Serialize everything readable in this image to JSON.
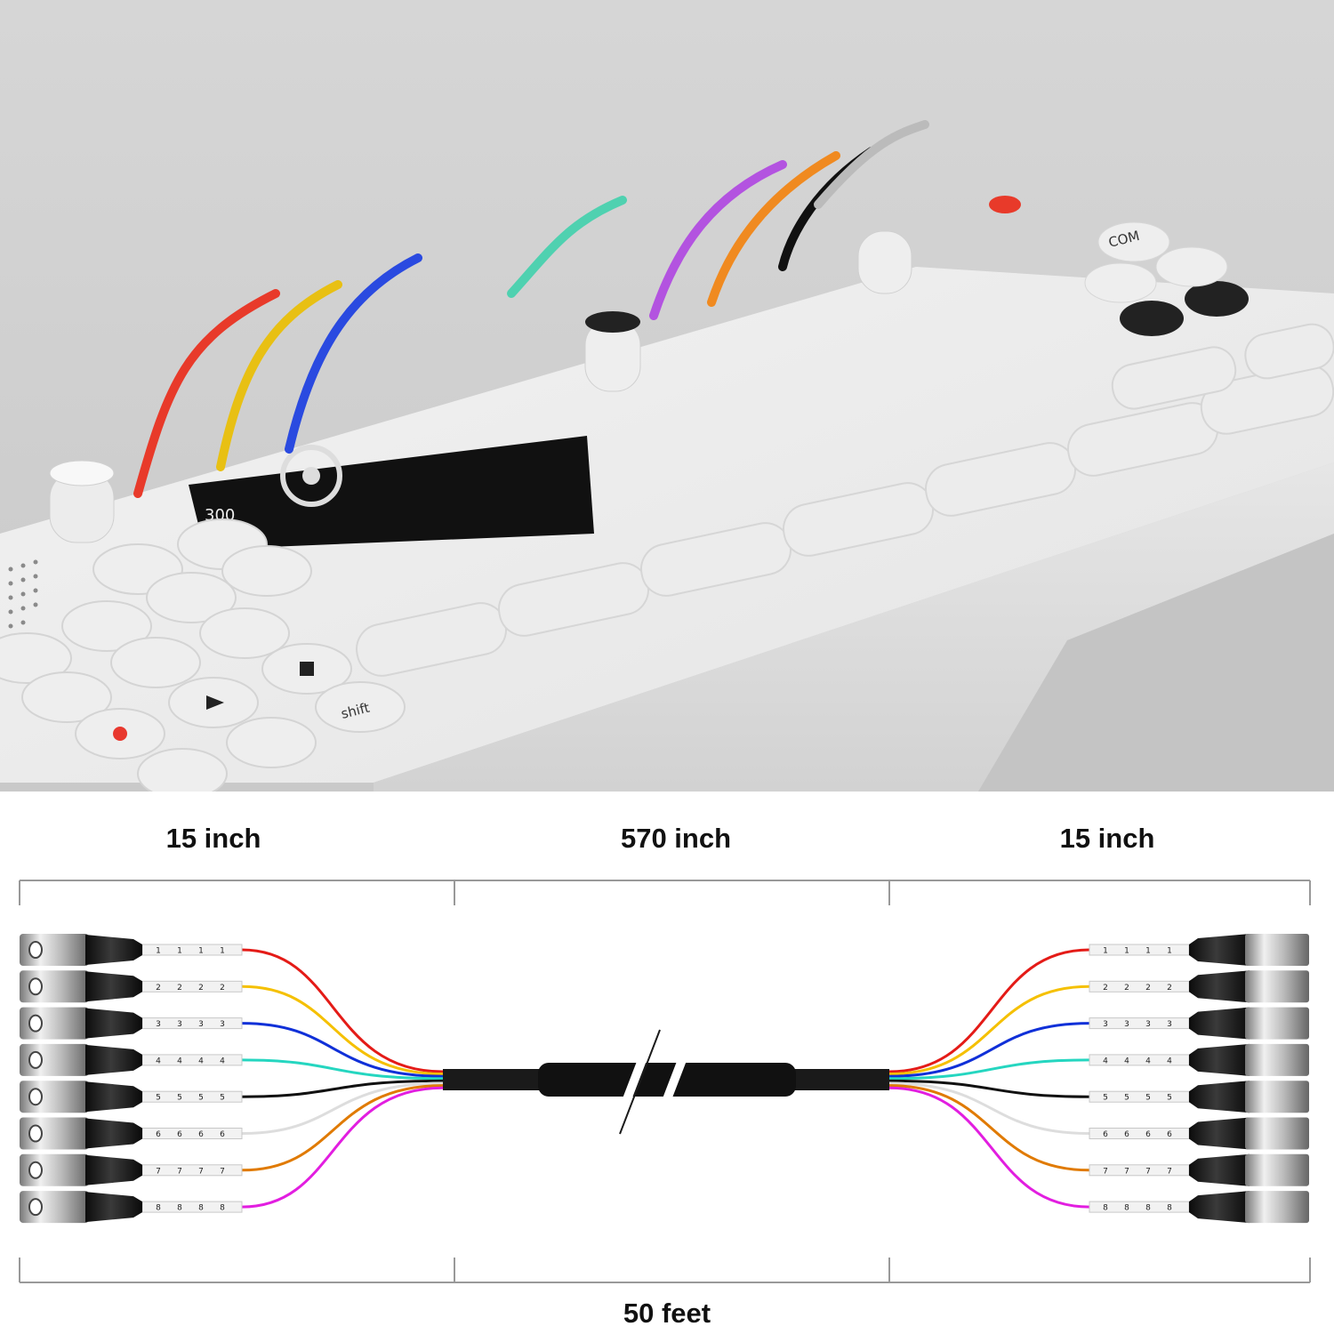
{
  "device": {
    "key_labels": {
      "shift": "shift",
      "com": "COM"
    },
    "screen_value": "300"
  },
  "diagram": {
    "segments": {
      "left": "15 inch",
      "middle": "570 inch",
      "right": "15 inch"
    },
    "total_length": "50 feet",
    "channels": [
      {
        "number": "1",
        "color": "#e41b17"
      },
      {
        "number": "2",
        "color": "#f5c000"
      },
      {
        "number": "3",
        "color": "#1030d8"
      },
      {
        "number": "4",
        "color": "#25d6c0"
      },
      {
        "number": "5",
        "color": "#111111"
      },
      {
        "number": "6",
        "color": "#dddddd"
      },
      {
        "number": "7",
        "color": "#e07a00"
      },
      {
        "number": "8",
        "color": "#e21ee0"
      }
    ]
  }
}
